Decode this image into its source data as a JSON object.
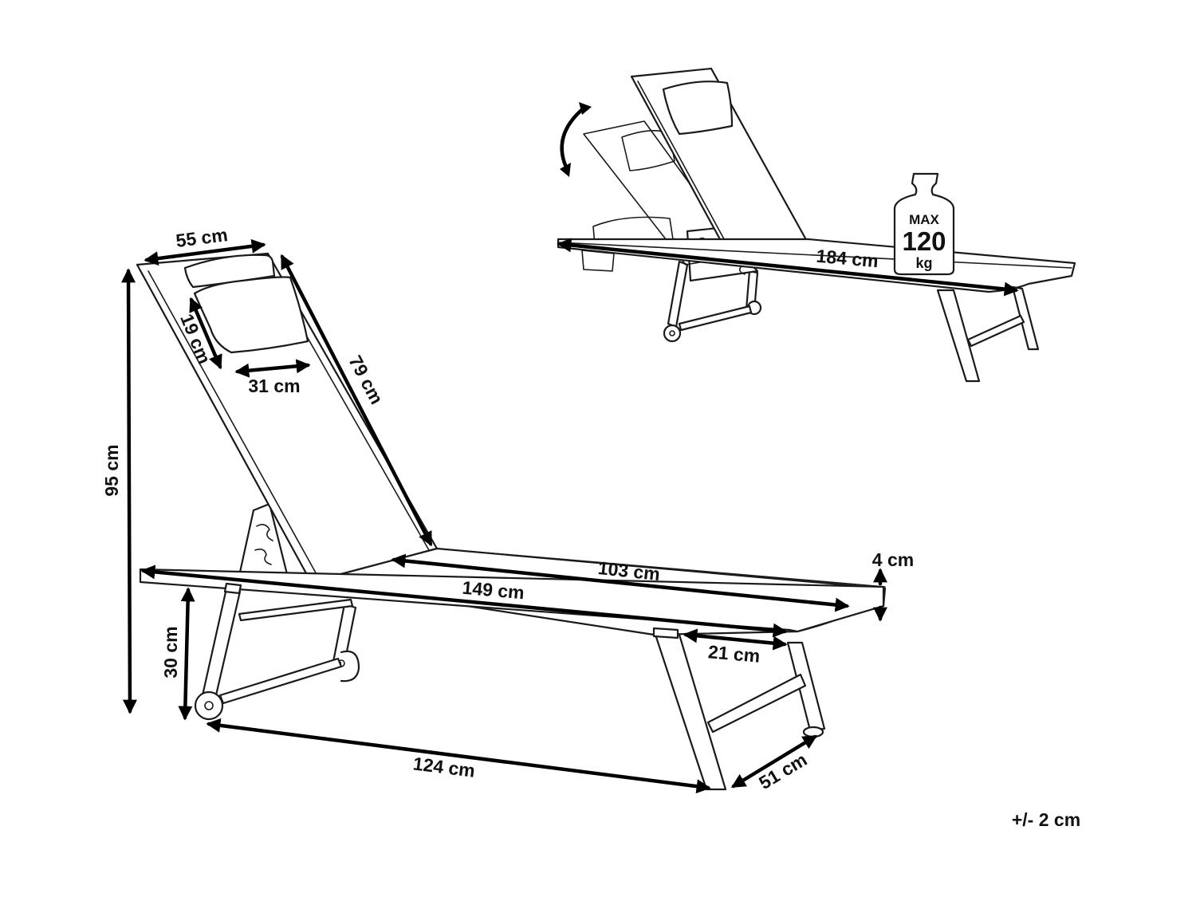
{
  "dimensions": {
    "width_55": "55 cm",
    "height_95": "95 cm",
    "pillow_height_19": "19 cm",
    "pillow_width_31": "31 cm",
    "backrest_79": "79 cm",
    "seat_103": "103 cm",
    "frame_149": "149 cm",
    "thickness_4": "4 cm",
    "seat_height_30": "30 cm",
    "overhang_21": "21 cm",
    "base_124": "124 cm",
    "depth_51": "51 cm",
    "flat_length_184": "184 cm"
  },
  "max_load": {
    "label": "MAX",
    "value": "120",
    "unit": "kg"
  },
  "tolerance": "+/- 2 cm"
}
